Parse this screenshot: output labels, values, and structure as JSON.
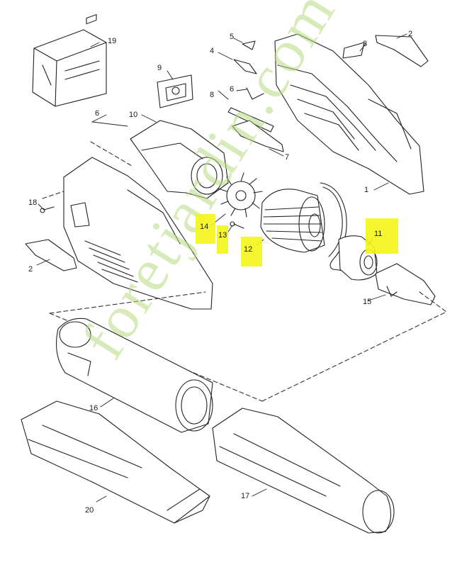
{
  "watermark": {
    "text": "foretjardin.com",
    "color": "#b8dc82"
  },
  "highlight_color": "#f5f51a",
  "callouts": {
    "p19": "19",
    "p9": "9",
    "p5": "5",
    "p4": "4",
    "p3": "3",
    "p2a": "2",
    "p6a": "6",
    "p8": "8",
    "p6b": "6",
    "p10": "10",
    "p7": "7",
    "p1": "1",
    "p18": "18",
    "p2b": "2",
    "p16": "16",
    "p20": "20",
    "p17": "17",
    "p15": "15"
  },
  "highlighted": {
    "p14": "14",
    "p13": "13",
    "p12": "12",
    "p11": "11"
  }
}
